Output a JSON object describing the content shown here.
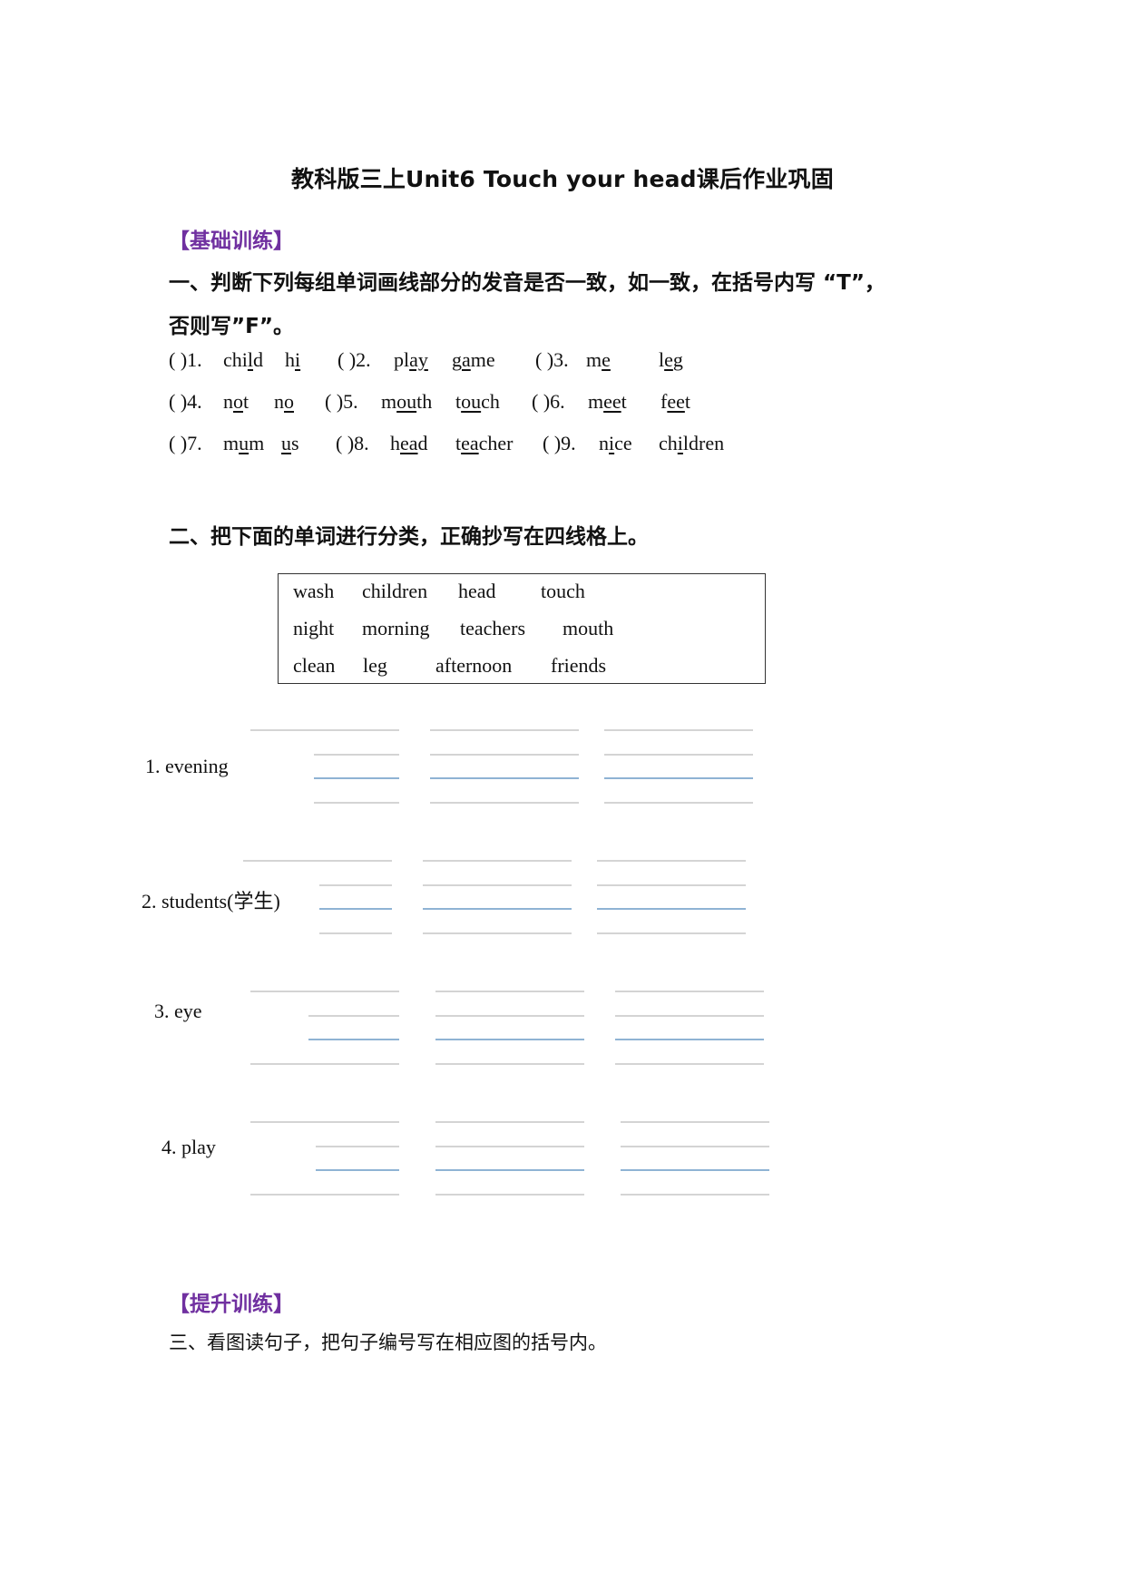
{
  "title": "教科版三上Unit6 Touch your head课后作业巩固",
  "section1": {
    "label": "【基础训练】"
  },
  "part1": {
    "instruction_line1": "一、判断下列每组单词画线部分的发音是否一致，如一致，在括号内写 “T”，",
    "instruction_line2": "否则写”F”。",
    "items": [
      {
        "paren": "(    )1.",
        "w1_pre": "chi",
        "w1_u": "l",
        "w1_post": "d",
        "w2_pre": "h",
        "w2_u": "i",
        "w2_post": ""
      },
      {
        "paren": "(    )2.",
        "w1_pre": "pl",
        "w1_u": "ay",
        "w1_post": "",
        "w2_pre": "g",
        "w2_u": "a",
        "w2_post": "me"
      },
      {
        "paren": "(    )3.",
        "w1_pre": "m",
        "w1_u": "e",
        "w1_post": "",
        "w2_pre": "l",
        "w2_u": "e",
        "w2_post": "g"
      },
      {
        "paren": "(    )4.",
        "w1_pre": "n",
        "w1_u": "o",
        "w1_post": "t",
        "w2_pre": "n",
        "w2_u": "o",
        "w2_post": ""
      },
      {
        "paren": "(    )5.",
        "w1_pre": "m",
        "w1_u": "ou",
        "w1_post": "th",
        "w2_pre": "t",
        "w2_u": "ou",
        "w2_post": "ch"
      },
      {
        "paren": "(    )6.",
        "w1_pre": "m",
        "w1_u": "ee",
        "w1_post": "t",
        "w2_pre": "f",
        "w2_u": "ee",
        "w2_post": "t"
      },
      {
        "paren": "(    )7.",
        "w1_pre": "m",
        "w1_u": "u",
        "w1_post": "m",
        "w2_pre": "",
        "w2_u": "u",
        "w2_post": "s"
      },
      {
        "paren": "(    )8.",
        "w1_pre": "h",
        "w1_u": "ea",
        "w1_post": "d",
        "w2_pre": "t",
        "w2_u": "ea",
        "w2_post": "cher"
      },
      {
        "paren": "(    )9.",
        "w1_pre": "n",
        "w1_u": "i",
        "w1_post": "ce",
        "w2_pre": "ch",
        "w2_u": "i",
        "w2_post": "ldren"
      }
    ]
  },
  "part2": {
    "instruction": "二、把下面的单词进行分类，正确抄写在四线格上。",
    "words": [
      [
        "wash",
        "children",
        "head",
        "touch"
      ],
      [
        "night",
        "morning",
        "teachers",
        "mouth"
      ],
      [
        "clean",
        "leg",
        "afternoon",
        "friends"
      ]
    ],
    "categories": [
      "1. evening",
      "2. students(学生)",
      "3. eye",
      "4. play"
    ]
  },
  "section2": {
    "label": "【提升训练】"
  },
  "part3": {
    "instruction": "三、看图读句子，把句子编号写在相应图的括号内。"
  }
}
